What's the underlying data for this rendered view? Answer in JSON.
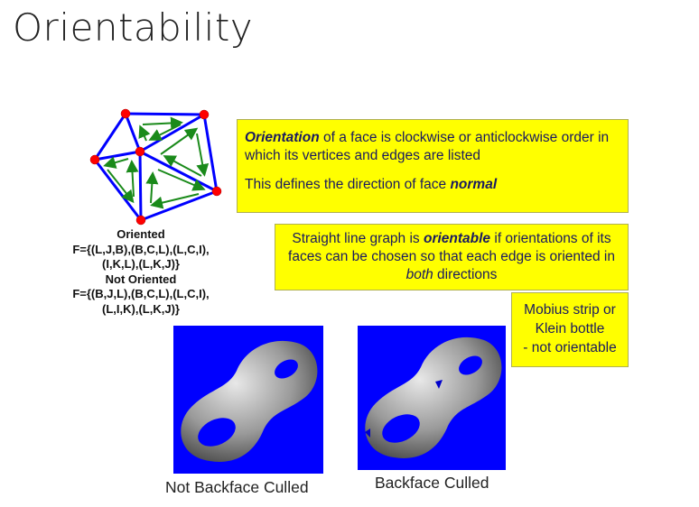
{
  "slide": {
    "title": "Orientability"
  },
  "definition_box": {
    "bold_term": "Orientation",
    "text_after_term": " of a face is clockwise or anticlockwise order in which its vertices and edges are listed",
    "line2_text": "This defines the direction of face ",
    "line2_term": "normal"
  },
  "orientable_box": {
    "text_before": "Straight line graph is ",
    "term": "orientable",
    "text_middle": " if orientations of its faces can be chosen so that each edge is oriented in ",
    "emphasis": "both",
    "text_after": " directions"
  },
  "mobius_box": {
    "line1": "Mobius strip or",
    "line2": "Klein bottle",
    "line3": "- not orientable"
  },
  "face_lists": {
    "oriented_heading": "Oriented",
    "oriented_line1": "F={(L,J,B),(B,C,L),(L,C,I),",
    "oriented_line2": "(I,K,L),(L,K,J)}",
    "not_oriented_heading": "Not Oriented",
    "not_oriented_line1": "F={(B,J,L),(B,C,L),(L,C,I),",
    "not_oriented_line2": "(L,I,K),(L,K,J)}"
  },
  "figures": {
    "left_caption": "Not Backface Culled",
    "right_caption": "Backface Culled"
  },
  "colors": {
    "box_fill": "#ffff00",
    "mesh_edges": "#0000ff",
    "vertices": "#ff0000",
    "arrows": "#1a8a1a",
    "figure_bg": "#0000ff"
  }
}
